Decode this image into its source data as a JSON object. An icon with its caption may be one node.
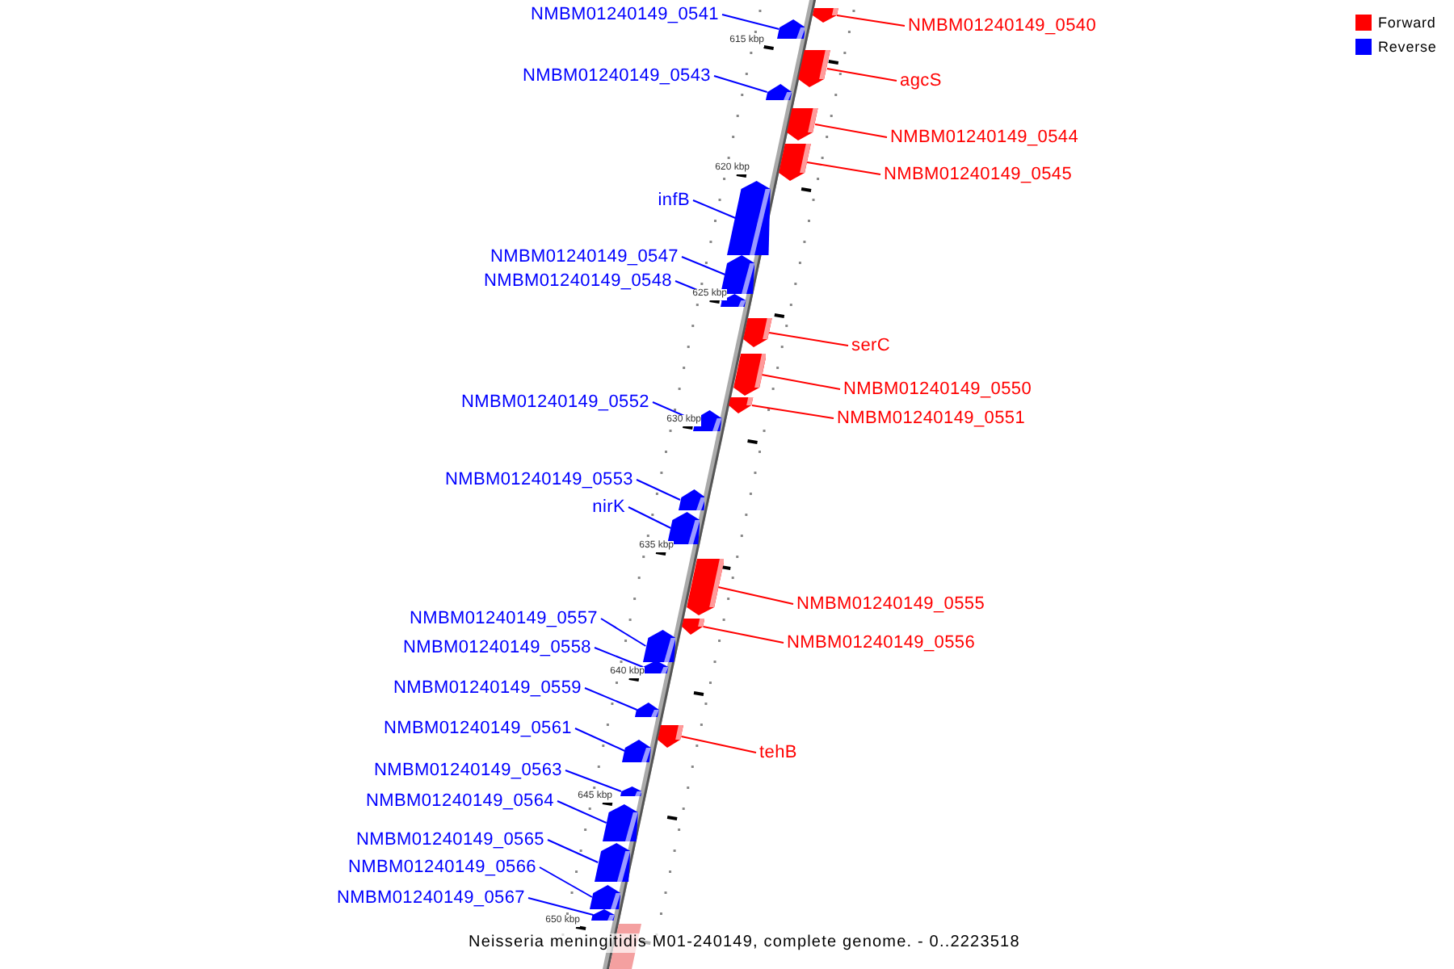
{
  "diagram": {
    "caption": "Neisseria meningitidis M01-240149, complete genome. - 0..2223518",
    "nodes": [
      {
        "text": [
          "NMBM01240149_0541"
        ]
      },
      {
        "text": [],
        "shape": "box"
      },
      {
        "text": [
          "NMBM01240149_0540"
        ]
      },
      {
        "text": [],
        "shape": "box"
      },
      {
        "text": [
          "NMBM01240149_0543"
        ]
      },
      {
        "text": [],
        "shape": "box"
      },
      {
        "text": [
          "agcS"
        ]
      },
      {
        "text": [],
        "shape": "box"
      },
      {
        "text": [
          "NMBM01240149_0544"
        ]
      },
      {
        "text": [],
        "shape": "box"
      },
      {
        "text": [
          "NMBM01240149_0545"
        ]
      },
      {
        "text": [],
        "shape": "box"
      },
      {
        "text": [
          "infB"
        ]
      },
      {
        "text": [],
        "shape": "box"
      },
      {
        "text": [
          "NMBM01240149_0547"
        ]
      },
      {
        "text": [],
        "shape": "box"
      },
      {
        "text": [
          "NMBM01240149_0548"
        ]
      },
      {
        "text": [],
        "shape": "box"
      },
      {
        "text": [
          "serC"
        ]
      },
      {
        "text": [],
        "shape": "box"
      },
      {
        "text": [
          "NMBM01240149_0550"
        ]
      },
      {
        "text": [],
        "shape": "box"
      },
      {
        "text": [
          "NMBM01240149_0552"
        ]
      },
      {
        "text": [],
        "shape": "box"
      },
      {
        "text": [
          "NMBM01240149_0551"
        ]
      },
      {
        "text": [],
        "shape": "box"
      },
      {
        "text": [
          "NMBM01240149_0553"
        ]
      },
      {
        "text": [],
        "shape": "box"
      },
      {
        "text": [
          "nirK"
        ]
      },
      {
        "text": [],
        "shape": "box"
      },
      {
        "text": [
          "NMBM01240149_0555"
        ]
      },
      {
        "text": [],
        "shape": "box"
      },
      {
        "text": [
          "NMBM01240149_0557"
        ]
      },
      {
        "text": [],
        "shape": "box"
      },
      {
        "text": [
          "NMBM01240149_0556"
        ]
      },
      {
        "text": [],
        "shape": "box"
      },
      {
        "text": [
          "NMBM01240149_0558"
        ]
      },
      {
        "text": [],
        "shape": "box"
      },
      {
        "text": [
          "NMBM01240149_0559"
        ]
      },
      {
        "text": [],
        "shape": "box"
      },
      {
        "text": [
          "NMBM01240149_0561"
        ]
      },
      {
        "text": [],
        "shape": "box"
      },
      {
        "text": [
          "tehB"
        ]
      },
      {
        "text": [],
        "shape": "box"
      },
      {
        "text": [
          "NMBM01240149_0563"
        ]
      },
      {
        "text": [],
        "shape": "box"
      },
      {
        "text": [
          "NMBM01240149_0564"
        ]
      },
      {
        "text": [],
        "shape": "box"
      },
      {
        "text": [
          "NMBM01240149_0565"
        ]
      },
      {
        "text": [],
        "shape": "box"
      },
      {
        "text": [
          "NMBM01240149_0566"
        ]
      },
      {
        "text": [],
        "shape": "box"
      },
      {
        "text": [
          "NMBM01240149_0567"
        ]
      },
      {
        "text": [],
        "shape": "box"
      }
    ],
    "edges": [
      {
        "from": 0,
        "to": 1,
        "arrow": "none"
      },
      {
        "from": 2,
        "to": 3,
        "arrow": "none",
        "color": "#ff0000"
      },
      {
        "from": 4,
        "to": 5,
        "arrow": "none"
      },
      {
        "from": 6,
        "to": 7,
        "arrow": "none",
        "color": "#ff0000"
      },
      {
        "from": 8,
        "to": 9,
        "arrow": "none",
        "color": "#ff0000"
      },
      {
        "from": 10,
        "to": 11,
        "arrow": "none",
        "color": "#ff0000"
      },
      {
        "from": 12,
        "to": 13,
        "arrow": "none"
      },
      {
        "from": 14,
        "to": 15,
        "arrow": "none"
      },
      {
        "from": 16,
        "to": 17,
        "arrow": "none"
      },
      {
        "from": 18,
        "to": 19,
        "arrow": "none",
        "color": "#ff0000"
      },
      {
        "from": 20,
        "to": 21,
        "arrow": "none",
        "color": "#ff0000"
      },
      {
        "from": 22,
        "to": 23,
        "arrow": "none"
      },
      {
        "from": 24,
        "to": 25,
        "arrow": "none",
        "color": "#ff0000"
      },
      {
        "from": 26,
        "to": 27,
        "arrow": "none"
      },
      {
        "from": 28,
        "to": 29,
        "arrow": "none"
      },
      {
        "from": 30,
        "to": 31,
        "arrow": "none",
        "color": "#ff0000"
      },
      {
        "from": 32,
        "to": 33,
        "arrow": "none"
      },
      {
        "from": 34,
        "to": 35,
        "arrow": "none",
        "color": "#ff0000"
      },
      {
        "from": 36,
        "to": 37,
        "arrow": "none"
      },
      {
        "from": 38,
        "to": 39,
        "arrow": "none"
      },
      {
        "from": 40,
        "to": 41,
        "arrow": "none"
      },
      {
        "from": 42,
        "to": 43,
        "arrow": "none",
        "color": "#ff0000"
      },
      {
        "from": 44,
        "to": 45,
        "arrow": "none"
      },
      {
        "from": 46,
        "to": 47,
        "arrow": "none"
      },
      {
        "from": 48,
        "to": 49,
        "arrow": "none"
      },
      {
        "from": 50,
        "to": 51,
        "arrow": "none"
      },
      {
        "from": 52,
        "to": 53,
        "arrow": "none"
      }
    ],
    "labels": [
      "615 kbp",
      "620 kbp",
      "625 kbp",
      "630 kbp",
      "635 kbp",
      "640 kbp",
      "645 kbp",
      "650 kbp"
    ],
    "legend": [
      {
        "text": "Forward",
        "color": "#ff0000"
      },
      {
        "text": "Reverse",
        "color": "#0000ff"
      }
    ]
  }
}
